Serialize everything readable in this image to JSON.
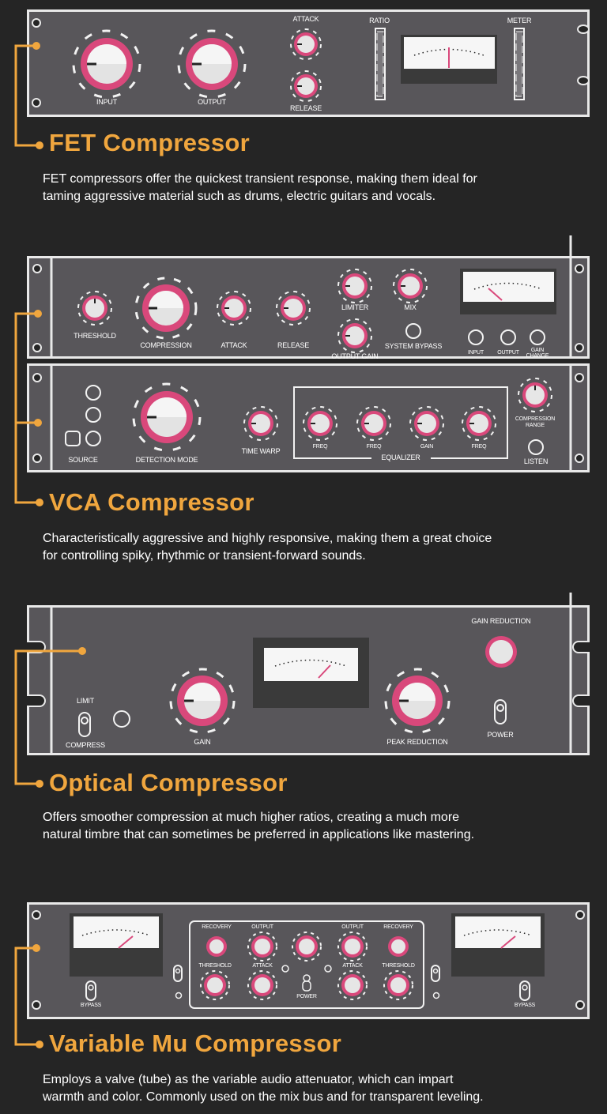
{
  "colors": {
    "accent": "#f0a63e",
    "knob_ring": "#d9487b",
    "panel": "#58565a",
    "background": "#252525",
    "outline": "#e9e9e9"
  },
  "fet": {
    "title": "FET Compressor",
    "desc_line1": "FET compressors offer the quickest transient response, making them ideal for",
    "desc_line2": "taming aggressive material such as drums, electric guitars and vocals.",
    "labels": {
      "input": "INPUT",
      "output": "OUTPUT",
      "attack": "ATTACK",
      "release": "RELEASE",
      "ratio": "RATIO",
      "meter": "METER"
    }
  },
  "vca": {
    "title": "VCA Compressor",
    "desc_line1": "Characteristically aggressive and highly responsive, making them a great choice",
    "desc_line2": "for controlling spiky, rhythmic or transient-forward sounds.",
    "labels": {
      "threshold": "THRESHOLD",
      "compression": "COMPRESSION",
      "attack": "ATTACK",
      "release": "RELEASE",
      "limiter": "LIMITER",
      "mix": "MIX",
      "output_gain": "OUTPUT GAIN",
      "system_bypass": "SYSTEM BYPASS",
      "input": "INPUT",
      "output": "OUTPUT",
      "gain_change_1": "GAIN",
      "gain_change_2": "CHANGE",
      "source": "SOURCE",
      "detection_mode": "DETECTION MODE",
      "time_warp": "TIME WARP",
      "freq": "FREQ",
      "gain": "GAIN",
      "equalizer": "EQUALIZER",
      "compression_range_1": "COMPRESSION",
      "compression_range_2": "RANGE",
      "listen": "LISTEN"
    }
  },
  "optical": {
    "title": "Optical Compressor",
    "desc_line1": "Offers smoother compression at much higher ratios, creating a much more",
    "desc_line2": "natural timbre that can sometimes be preferred in applications like mastering.",
    "labels": {
      "limit": "LIMIT",
      "compress": "COMPRESS",
      "gain": "GAIN",
      "peak_reduction": "PEAK REDUCTION",
      "gain_reduction": "GAIN REDUCTION",
      "power": "POWER"
    }
  },
  "varmu": {
    "title": "Variable Mu Compressor",
    "desc_line1": "Employs a valve (tube) as the variable audio attenuator, which can impart",
    "desc_line2": "warmth and color. Commonly used on the mix bus and for transparent leveling.",
    "labels": {
      "recovery": "RECOVERY",
      "output": "OUTPUT",
      "threshold": "THRESHOLD",
      "attack": "ATTACK",
      "power": "POWER",
      "bypass": "BYPASS"
    }
  }
}
